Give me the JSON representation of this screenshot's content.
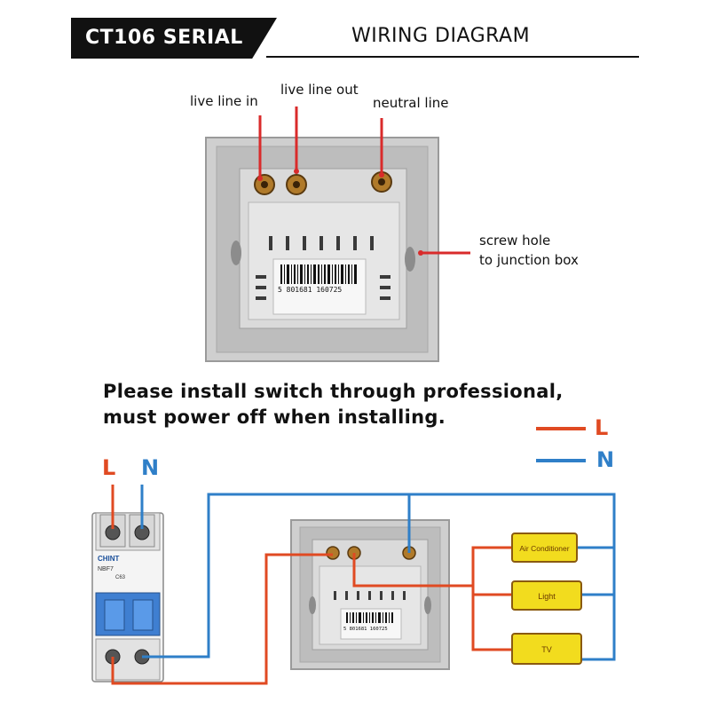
{
  "header": {
    "series": "CT106 SERIAL",
    "title": "WIRING DIAGRAM"
  },
  "top_labels": {
    "live_in": "live line in",
    "live_out": "live line out",
    "neutral": "neutral line",
    "screw_1": "screw hole",
    "screw_2": "to junction box"
  },
  "barcode_top": "5 801681 160725",
  "barcode_bottom": "5 801681 160725",
  "notice": {
    "line1": "Please install switch through professional,",
    "line2": "must power off when installing."
  },
  "legend": {
    "live": "L",
    "neutral": "N"
  },
  "breaker": {
    "l": "L",
    "n": "N",
    "brand": "CHINT",
    "model": "NBF7",
    "rating": "C63"
  },
  "devices": [
    "Air Conditioner",
    "Light",
    "TV"
  ],
  "colors": {
    "live": "#e04a22",
    "neutral": "#2f7fc8",
    "device_fill": "#f2dc1e",
    "device_border": "#8a5a10"
  }
}
